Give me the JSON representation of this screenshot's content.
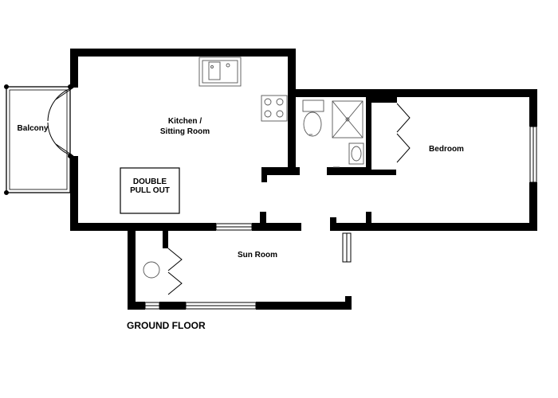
{
  "plan": {
    "rooms": {
      "kitchen": [
        "Kitchen /",
        "Sitting Room"
      ],
      "balcony": "Balcony",
      "bedroom": "Bedroom",
      "sun_room": "Sun Room"
    },
    "bed_label": [
      "DOUBLE",
      "PULL OUT"
    ],
    "floor_label": "GROUND FLOOR",
    "colors": {
      "wall": "#000000",
      "fixture": "#555555",
      "background": "#ffffff"
    }
  }
}
